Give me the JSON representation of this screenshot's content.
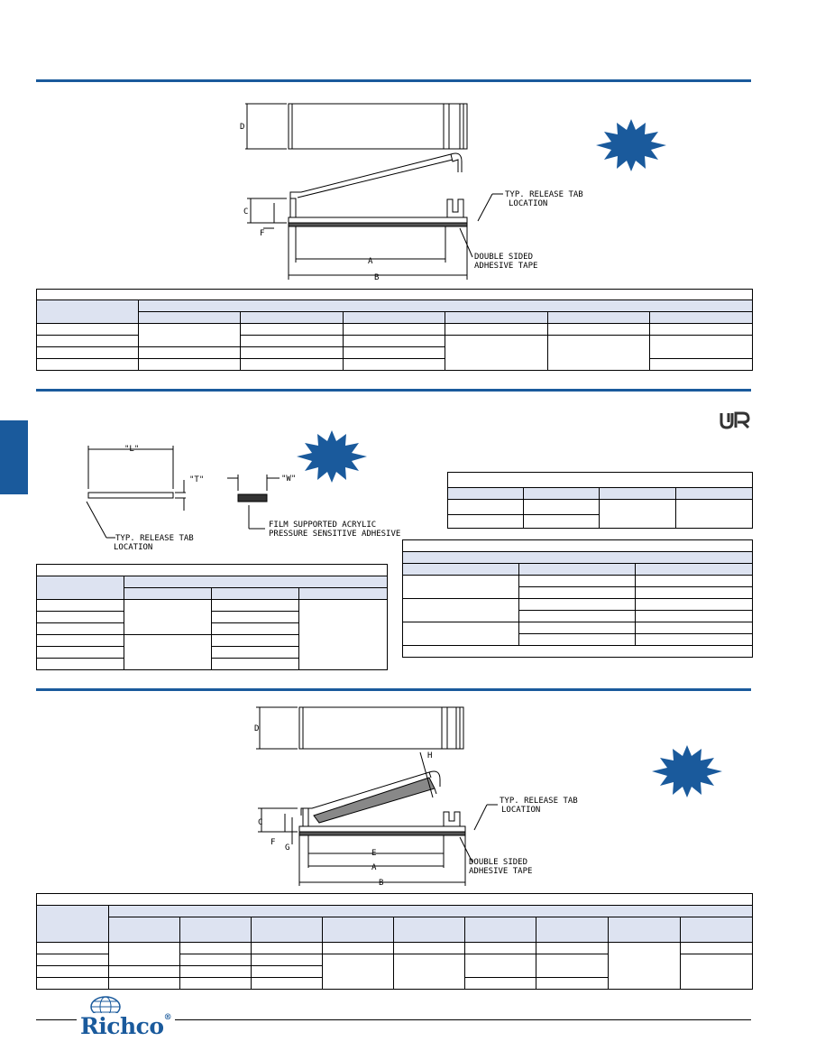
{
  "drawing1": {
    "dims": [
      "D",
      "C",
      "F",
      "A",
      "B"
    ],
    "callouts": {
      "release_tab": [
        "TYP. RELEASE TAB",
        "LOCATION"
      ],
      "adhesive": [
        "DOUBLE SIDED",
        "ADHESIVE TAPE"
      ]
    }
  },
  "drawing2": {
    "dims": [
      "\"L\"",
      "\"T\"",
      "\"W\""
    ],
    "callouts": {
      "release_tab": [
        "TYP. RELEASE TAB",
        "LOCATION"
      ],
      "adhesive": [
        "FILM SUPPORTED ACRYLIC",
        "PRESSURE SENSITIVE ADHESIVE"
      ]
    }
  },
  "drawing3": {
    "dims": [
      "D",
      "H",
      "C",
      "F",
      "G",
      "E",
      "A",
      "B"
    ],
    "callouts": {
      "release_tab": [
        "TYP. RELEASE TAB",
        "LOCATION"
      ],
      "adhesive": [
        "DOUBLE SIDED",
        "ADHESIVE TAPE"
      ]
    }
  },
  "brand": {
    "name": "Richco",
    "mark": "®"
  },
  "colors": {
    "accent": "#1a5a9c",
    "header_fill": "#dde3f1"
  }
}
